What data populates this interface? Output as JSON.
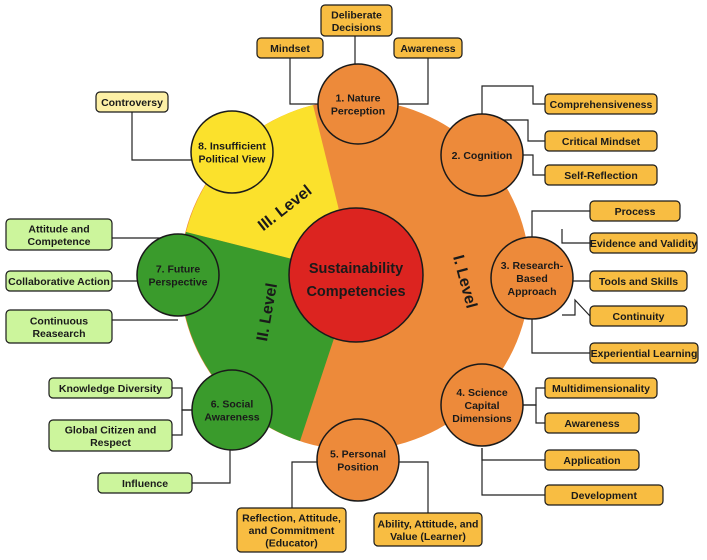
{
  "center": {
    "lines": [
      "Sustainability",
      "Competencies"
    ]
  },
  "levels": {
    "l1": "I. Level",
    "l2": "II. Level",
    "l3": "III. Level"
  },
  "circles": [
    {
      "id": "c1",
      "lines": [
        "1. Nature",
        "Perception"
      ]
    },
    {
      "id": "c2",
      "lines": [
        "2. Cognition"
      ]
    },
    {
      "id": "c3",
      "lines": [
        "3. Research-",
        "Based",
        "Approach"
      ]
    },
    {
      "id": "c4",
      "lines": [
        "4. Science",
        "Capital",
        "Dimensions"
      ]
    },
    {
      "id": "c5",
      "lines": [
        "5. Personal",
        "Position"
      ]
    },
    {
      "id": "c6",
      "lines": [
        "6. Social",
        "Awareness"
      ]
    },
    {
      "id": "c7",
      "lines": [
        "7. Future",
        "Perspective"
      ]
    },
    {
      "id": "c8",
      "lines": [
        "8. Insufficient",
        "Political View"
      ]
    }
  ],
  "boxes": [
    {
      "id": "b-deliberate",
      "lines": [
        "Deliberate",
        "Decisions"
      ]
    },
    {
      "id": "b-mindset",
      "lines": [
        "Mindset"
      ]
    },
    {
      "id": "b-awareness1",
      "lines": [
        "Awareness"
      ]
    },
    {
      "id": "b-comprehensiveness",
      "lines": [
        "Comprehensiveness"
      ]
    },
    {
      "id": "b-critical",
      "lines": [
        "Critical Mindset"
      ]
    },
    {
      "id": "b-selfreflection",
      "lines": [
        "Self-Reflection"
      ]
    },
    {
      "id": "b-process",
      "lines": [
        "Process"
      ]
    },
    {
      "id": "b-evidence",
      "lines": [
        "Evidence and Validity"
      ]
    },
    {
      "id": "b-tools",
      "lines": [
        "Tools and Skills"
      ]
    },
    {
      "id": "b-continuity",
      "lines": [
        "Continuity"
      ]
    },
    {
      "id": "b-experiential",
      "lines": [
        "Experiential Learning"
      ]
    },
    {
      "id": "b-multidim",
      "lines": [
        "Multidimensionality"
      ]
    },
    {
      "id": "b-awareness2",
      "lines": [
        "Awareness"
      ]
    },
    {
      "id": "b-application",
      "lines": [
        "Application"
      ]
    },
    {
      "id": "b-development",
      "lines": [
        "Development"
      ]
    },
    {
      "id": "b-reflection",
      "lines": [
        "Reflection, Attitude,",
        "and Commitment",
        "(Educator)"
      ]
    },
    {
      "id": "b-ability",
      "lines": [
        "Ability, Attitude, and",
        "Value (Learner)"
      ]
    },
    {
      "id": "b-knowledge",
      "lines": [
        "Knowledge Diversity"
      ]
    },
    {
      "id": "b-global",
      "lines": [
        "Global Citizen and",
        "Respect"
      ]
    },
    {
      "id": "b-influence",
      "lines": [
        "Influence"
      ]
    },
    {
      "id": "b-attitude",
      "lines": [
        "Attitude and",
        "Competence"
      ]
    },
    {
      "id": "b-collab",
      "lines": [
        "Collaborative Action"
      ]
    },
    {
      "id": "b-continuous",
      "lines": [
        "Continuous",
        "Reasearch"
      ]
    },
    {
      "id": "b-controversy",
      "lines": [
        "Controversy"
      ]
    }
  ],
  "colors": {
    "orange_fill": "#ed8a3a",
    "box_orange": "#f8bd42",
    "box_yellow": "#fdf0a6",
    "box_green": "#ccf59c",
    "yellow_fill": "#fbe12c",
    "green_fill": "#3a9b2c",
    "center_fill": "#dc2420",
    "stroke": "#1a1a1a"
  }
}
